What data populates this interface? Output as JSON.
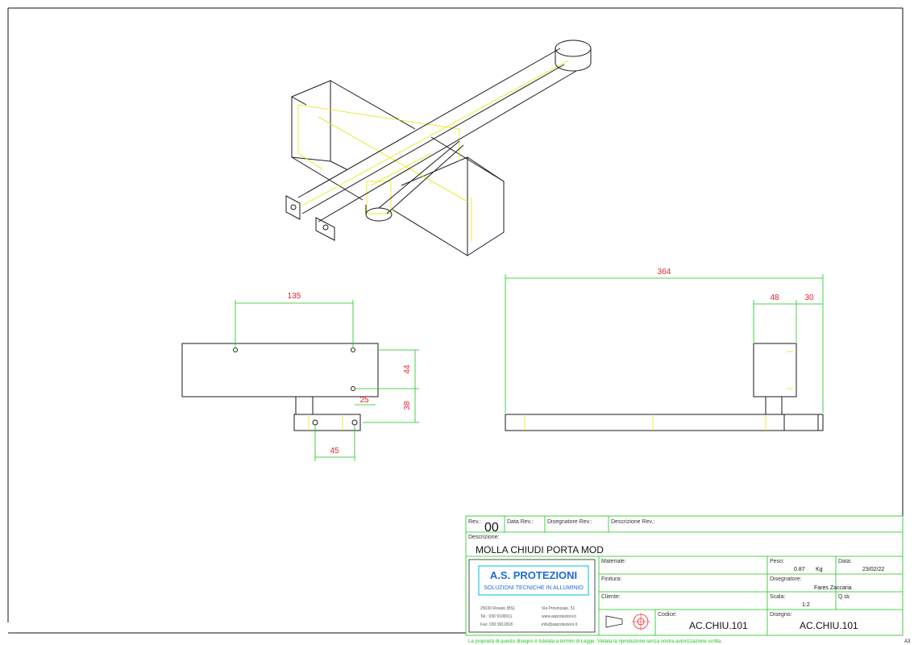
{
  "drawing": {
    "dimensions": {
      "front_width": "135",
      "front_height_top": "44",
      "front_height_bottom": "38",
      "front_offset": "25",
      "bracket_width": "45",
      "side_length": "364",
      "side_box": "48",
      "side_end": "30"
    }
  },
  "title_block": {
    "rev_label": "Rev.:",
    "rev_value": "00",
    "date_rev_label": "Data Rev.:",
    "designer_rev_label": "Disegnatore Rev.:",
    "desc_rev_label": "Descrizione Rev.:",
    "description_label": "Descrizione:",
    "description_value": "MOLLA CHIUDI PORTA MOD",
    "material_label": "Materiale:",
    "finish_label": "Finitura:",
    "client_label": "Cliente:",
    "code_label": "Codice:",
    "code_value": "AC.CHIU.101",
    "weight_label": "Peso:",
    "weight_value": "0.87",
    "weight_unit": "Kg",
    "date_label": "Data:",
    "date_value": "23/02/22",
    "drafter_label": "Disegnatore:",
    "drafter_value": "Fares Zaccaria",
    "scale_label": "Scala:",
    "scale_value": "1:2",
    "qty_label": "Q.tà:",
    "drawing_label": "Disegno:",
    "drawing_value": "AC.CHIU.101",
    "company_name": "A.S. PROTEZIONI",
    "company_tagline": "SOLUZIONI TECNICHE IN ALLUMINIO",
    "company_address": "25030 Rovato (BS)",
    "company_street": "Via Provinciale, 51",
    "company_tel": "Tel.: 030 9100011",
    "company_web": "www.asprotezioni.it",
    "company_fax": "Fax: 030 9911818",
    "company_email": "info@asprotezioni.it",
    "disclaimer": "La proprietà di questo disegno è tutelata a termini di Legge.  Vietata la riproduzione senza nostra autorizzazione scritta.",
    "sheet_format": "A3"
  },
  "colors": {
    "dimension_lines": "#19c419",
    "dimension_text": "#e8202a",
    "hidden_lines": "#e6e600",
    "logo_blue": "#1e6ad6",
    "logo_cyan": "#29c6e6"
  }
}
